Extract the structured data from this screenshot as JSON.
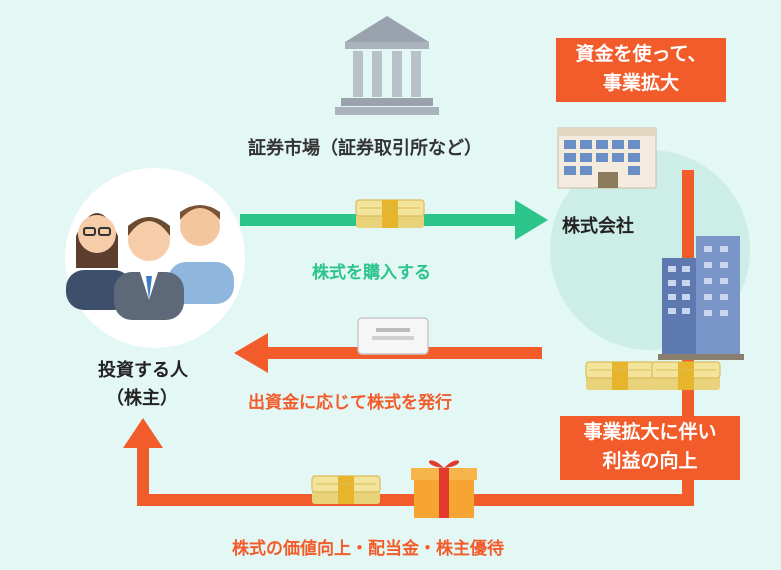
{
  "market": {
    "label": "証券市場（証券取引所など）"
  },
  "company": {
    "label": "株式会社"
  },
  "investor": {
    "label_line1": "投資する人",
    "label_line2": "（株主）"
  },
  "flows": {
    "buy": "株式を購入する",
    "issue": "出資金に応じて株式を発行",
    "returns": "株式の価値向上・配当金・株主優待"
  },
  "boxes": {
    "expand": {
      "line1": "資金を使って、",
      "line2": "事業拡大"
    },
    "profit": {
      "line1": "事業拡大に伴い",
      "line2": "利益の向上"
    }
  },
  "colors": {
    "green": "#2bc48a",
    "orange": "#f25c2a",
    "background": "#e3f7f5"
  },
  "icons": [
    "bank-building-icon",
    "money-bundle-icon",
    "stock-certificate-icon",
    "gift-box-icon",
    "office-building-icon",
    "skyscraper-icon",
    "investors-avatar-icon"
  ]
}
